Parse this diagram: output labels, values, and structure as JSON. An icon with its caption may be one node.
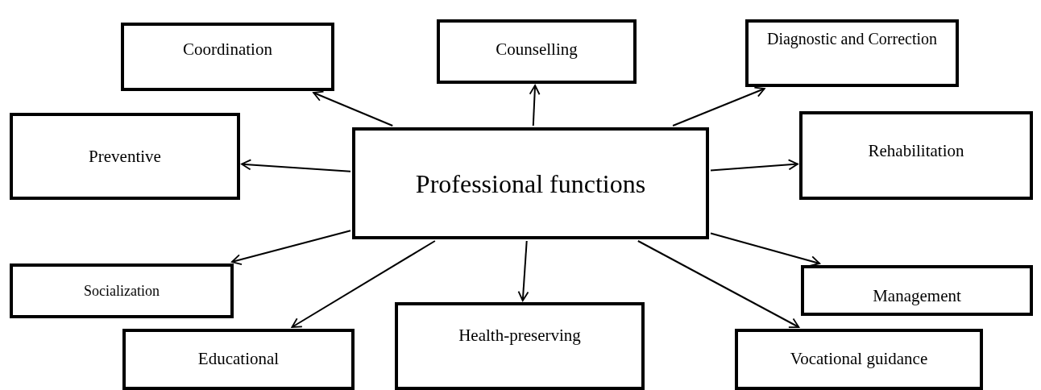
{
  "diagram": {
    "nodes": [
      {
        "text": [
          "Professional functions"
        ]
      },
      {
        "text": [
          "Coordination"
        ]
      },
      {
        "text": [
          "Counselling"
        ]
      },
      {
        "text": [
          "Diagnostic and Correction"
        ]
      },
      {
        "text": [
          "Preventive"
        ]
      },
      {
        "text": [
          "Rehabilitation"
        ]
      },
      {
        "text": [
          "Socialization"
        ]
      },
      {
        "text": [
          "Management"
        ]
      },
      {
        "text": [
          "Educational"
        ]
      },
      {
        "text": [
          "Health-preserving"
        ]
      },
      {
        "text": [
          "Vocational guidance"
        ]
      }
    ],
    "edges": [
      {
        "from": 0,
        "to": 1,
        "arrow": "to"
      },
      {
        "from": 0,
        "to": 2,
        "arrow": "to"
      },
      {
        "from": 0,
        "to": 3,
        "arrow": "to"
      },
      {
        "from": 0,
        "to": 4,
        "arrow": "to"
      },
      {
        "from": 0,
        "to": 5,
        "arrow": "to"
      },
      {
        "from": 0,
        "to": 6,
        "arrow": "to"
      },
      {
        "from": 0,
        "to": 7,
        "arrow": "to"
      },
      {
        "from": 0,
        "to": 8,
        "arrow": "to"
      },
      {
        "from": 0,
        "to": 9,
        "arrow": "to"
      },
      {
        "from": 0,
        "to": 10,
        "arrow": "to"
      }
    ]
  }
}
